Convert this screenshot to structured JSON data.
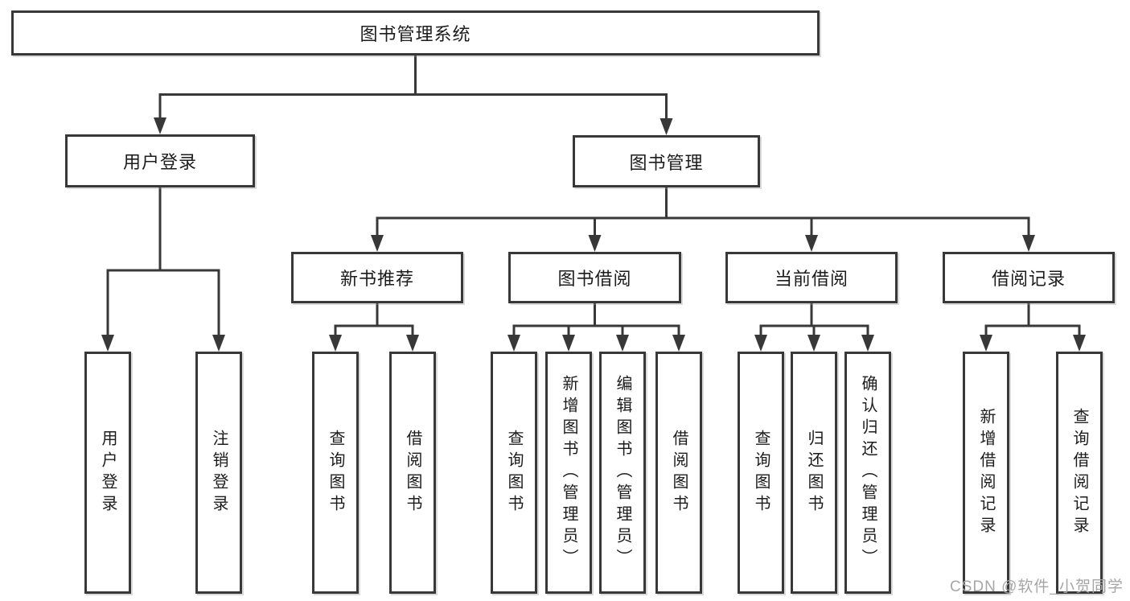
{
  "diagram_title": "图书管理系统",
  "watermark": {
    "text": "CSDN @软件_小贺同学",
    "color": "#a6a6a6"
  },
  "colors": {
    "line": "#383838",
    "box_border": "#383838",
    "box_fill": "#ffffff",
    "text": "#1c1c1c",
    "background": "#ffffff"
  },
  "nodes": {
    "root": {
      "label": "图书管理系统"
    },
    "user_login": {
      "label": "用户登录",
      "parent": "root"
    },
    "book_mgmt": {
      "label": "图书管理",
      "parent": "root"
    },
    "new_book_rec": {
      "label": "新书推荐",
      "parent": "book_mgmt"
    },
    "book_borrow": {
      "label": "图书借阅",
      "parent": "book_mgmt"
    },
    "current_borrow": {
      "label": "当前借阅",
      "parent": "book_mgmt"
    },
    "borrow_records": {
      "label": "借阅记录",
      "parent": "book_mgmt"
    },
    "leaf_user_login": {
      "label": "用户登录",
      "parent": "user_login"
    },
    "leaf_logout": {
      "label": "注销登录",
      "parent": "user_login"
    },
    "leaf_rec_query": {
      "label": "查询图书",
      "parent": "new_book_rec"
    },
    "leaf_rec_borrow": {
      "label": "借阅图书",
      "parent": "new_book_rec"
    },
    "leaf_bb_query": {
      "label": "查询图书",
      "parent": "book_borrow"
    },
    "leaf_bb_add": {
      "label": "新增图书（管理员）",
      "parent": "book_borrow"
    },
    "leaf_bb_edit": {
      "label": "编辑图书（管理员）",
      "parent": "book_borrow"
    },
    "leaf_bb_borrow": {
      "label": "借阅图书",
      "parent": "book_borrow"
    },
    "leaf_cb_query": {
      "label": "查询图书",
      "parent": "current_borrow"
    },
    "leaf_cb_return": {
      "label": "归还图书",
      "parent": "current_borrow"
    },
    "leaf_cb_confirm": {
      "label": "确认归还（管理员）",
      "parent": "current_borrow"
    },
    "leaf_br_add": {
      "label": "新增借阅记录",
      "parent": "borrow_records"
    },
    "leaf_br_query": {
      "label": "查询借阅记录",
      "parent": "borrow_records"
    }
  }
}
